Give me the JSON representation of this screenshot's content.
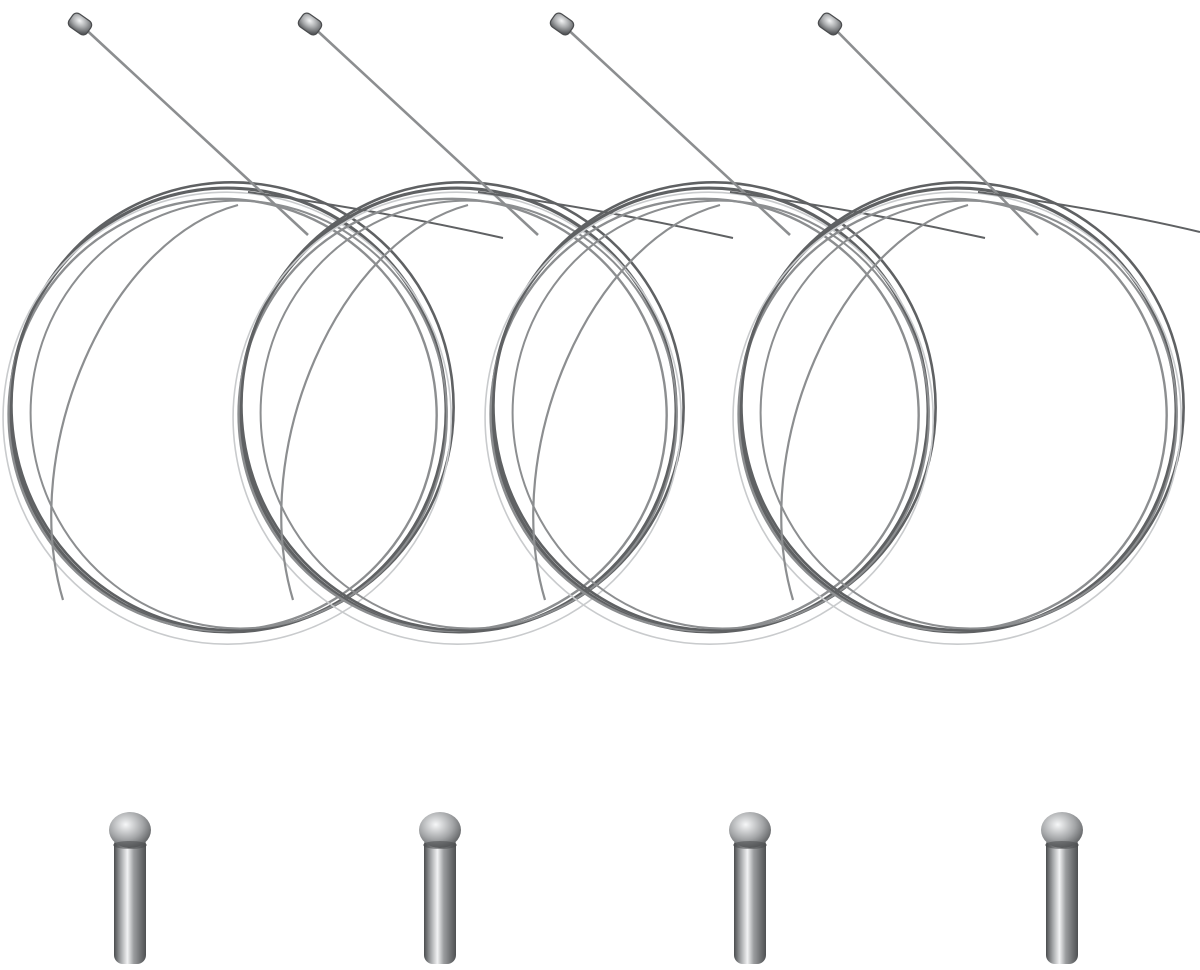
{
  "scene": {
    "subject": "brake-cable-set",
    "cable_count": 4,
    "end_cap_count": 4,
    "colors": {
      "background": "#ffffff",
      "wire_dark": "#5f6163",
      "wire_mid": "#8c8e90",
      "wire_light": "#c9cbcd",
      "metal_highlight": "#f2f3f4",
      "metal_shadow": "#4a4c4e"
    }
  }
}
